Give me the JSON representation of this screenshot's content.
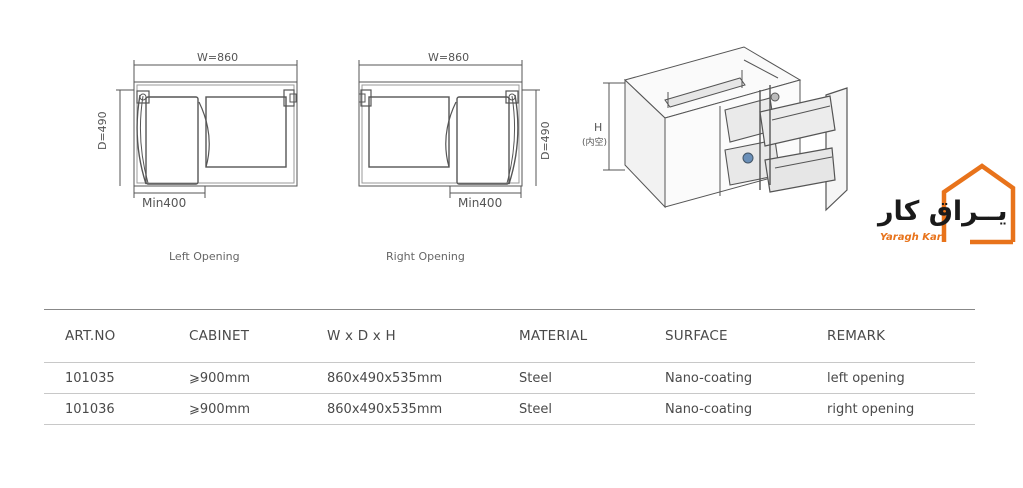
{
  "drawings": {
    "left": {
      "width_label": "W=860",
      "depth_label": "D=490",
      "min_label": "Min400",
      "caption": "Left Opening"
    },
    "right": {
      "width_label": "W=860",
      "depth_label": "D=490",
      "min_label": "Min400",
      "caption": "Right Opening"
    },
    "iso": {
      "height_label": "H",
      "height_sub": "(内空)"
    }
  },
  "logo": {
    "persian_text": "یــراق کار",
    "latin_text": "Yaragh Kar",
    "color": "#e8731b"
  },
  "table": {
    "headers": [
      "ART.NO",
      "CABINET",
      "W x D x H",
      "MATERIAL",
      "SURFACE",
      "REMARK"
    ],
    "rows": [
      [
        "101035",
        "⩾900mm",
        "860x490x535mm",
        "Steel",
        "Nano-coating",
        "left opening"
      ],
      [
        "101036",
        "⩾900mm",
        "860x490x535mm",
        "Steel",
        "Nano-coating",
        "right opening"
      ]
    ]
  }
}
